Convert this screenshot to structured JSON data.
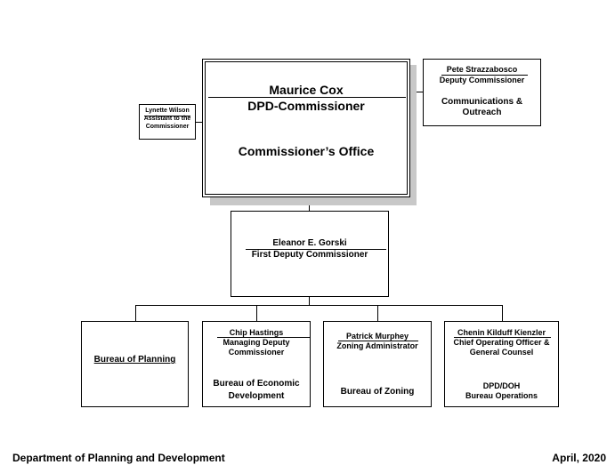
{
  "commissioner": {
    "name": "Maurice Cox",
    "title": "DPD-Commissioner",
    "office": "Commissioner’s Office"
  },
  "assistant": {
    "name": "Lynette Wilson",
    "title_line1": "Assistant to the",
    "title_line2": "Commissioner"
  },
  "deputy_comms": {
    "name": "Pete Strazzabosco",
    "title": "Deputy Commissioner",
    "dept_line1": "Communications &",
    "dept_line2": "Outreach"
  },
  "first_deputy": {
    "name": "Eleanor E. Gorski",
    "title": "First Deputy Commissioner"
  },
  "bureaus": [
    {
      "unit": "Bureau of Planning"
    },
    {
      "name": "Chip Hastings",
      "title_line1": "Managing Deputy",
      "title_line2": "Commissioner",
      "unit_line1": "Bureau of Economic",
      "unit_line2": "Development"
    },
    {
      "name": "Patrick Murphey",
      "title_line1": "Zoning Administrator",
      "unit_line1": "Bureau of Zoning"
    },
    {
      "name": "Chenin Kilduff Kienzler",
      "title_line1": "Chief Operating Officer &",
      "title_line2": "General Counsel",
      "unit_line1": "DPD/DOH",
      "unit_line2": "Bureau Operations"
    }
  ],
  "footer": {
    "department": "Department of Planning and Development",
    "date": "April, 2020"
  }
}
